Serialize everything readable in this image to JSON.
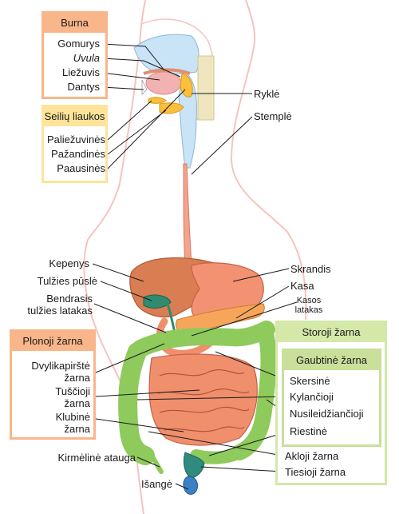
{
  "groups": {
    "burna": "Burna",
    "seiliu_liaukos": "Seilių liaukos",
    "plonoji_zarna": "Plonoji žarna",
    "storoji_zarna": "Storoji žarna",
    "gaubtine_zarna": "Gaubtinė žarna"
  },
  "labels": {
    "gomurys": "Gomurys",
    "uvula": "Uvula",
    "liezuvis": "Liežuvis",
    "dantys": "Dantys",
    "paliezuvines": "Paliežuvinės",
    "pazandines": "Pažandinės",
    "paausines": "Paausinės",
    "rykle": "Ryklė",
    "stemple": "Stemplė",
    "kepenys": "Kepenys",
    "tulzies_puslė": "Tulžies pūslė",
    "bendrasis_1": "Bendrasis",
    "bendrasis_2": "tulžies latakas",
    "skrandis": "Skrandis",
    "kasa": "Kasa",
    "kasos_1": "Kasos",
    "kasos_2": "latakas",
    "dvylika_1": "Dvylikapirštė",
    "dvylika_2": "žarna",
    "tuscioji_1": "Tuščioji",
    "tuscioji_2": "žarna",
    "klubine_1": "Klubinė",
    "klubine_2": "žarna",
    "skersine": "Skersinė",
    "kylancioji": "Kylančioji",
    "nusileidzianti": "Nusileidžiančioji",
    "riestine": "Riestinė",
    "kirmeline": "Kirmėlinė atauga",
    "akloji": "Akloji žarna",
    "tiesioji": "Tiesioji žarna",
    "isange": "Išangė"
  },
  "colors": {
    "skin_outline": "#f6c3bf",
    "airway": "#c9e3f7",
    "tongue": "#f3b2b2",
    "gland": "#fbbf3c",
    "esophagus": "#f4a48c",
    "liver": "#d97d53",
    "stomach": "#f29273",
    "pancreas": "#f7a55b",
    "gallbladder": "#2e8b6f",
    "small_intestine": "#f08f6c",
    "large_intestine": "#8fca5c",
    "rectum": "#2e8b7e",
    "anus": "#3b7fc4"
  }
}
